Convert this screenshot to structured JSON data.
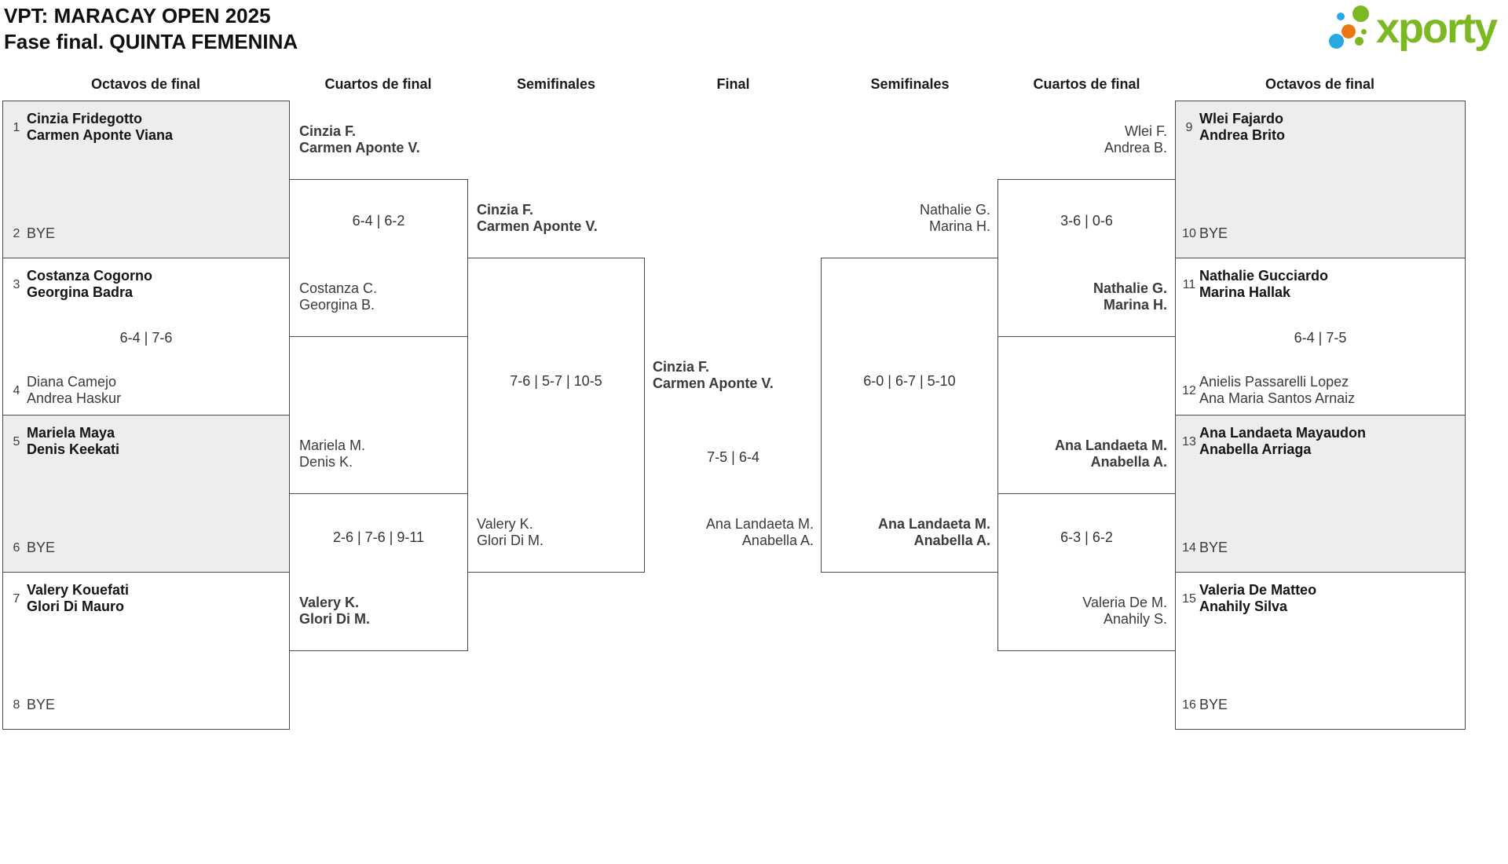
{
  "title": {
    "line1": "VPT: MARACAY OPEN 2025",
    "line2": "Fase final. QUINTA FEMENINA"
  },
  "logo": {
    "brand": "xporty",
    "colors": {
      "green": "#7cb822",
      "blue": "#2aa9e0",
      "orange": "#e87813"
    }
  },
  "headers": [
    "Octavos de final",
    "Cuartos de final",
    "Semifinales",
    "Final",
    "Semifinales",
    "Cuartos de final",
    "Octavos de final"
  ],
  "bracket": {
    "r16": [
      {
        "seed_top": "1",
        "seed_bottom": "2",
        "top": [
          "Cinzia Fridegotto",
          "Carmen Aponte Viana"
        ],
        "bottom": [
          "BYE"
        ],
        "score": "",
        "winner": "top"
      },
      {
        "seed_top": "3",
        "seed_bottom": "4",
        "top": [
          "Costanza Cogorno",
          "Georgina Badra"
        ],
        "bottom": [
          "Diana Camejo",
          "Andrea Haskur"
        ],
        "score": "6-4 | 7-6",
        "winner": "top"
      },
      {
        "seed_top": "5",
        "seed_bottom": "6",
        "top": [
          "Mariela Maya",
          "Denis Keekati"
        ],
        "bottom": [
          "BYE"
        ],
        "score": "",
        "winner": "top"
      },
      {
        "seed_top": "7",
        "seed_bottom": "8",
        "top": [
          "Valery Kouefati",
          "Glori Di Mauro"
        ],
        "bottom": [
          "BYE"
        ],
        "score": "",
        "winner": "top"
      },
      {
        "seed_top": "9",
        "seed_bottom": "10",
        "top": [
          "Wlei Fajardo",
          "Andrea Brito"
        ],
        "bottom": [
          "BYE"
        ],
        "score": "",
        "winner": "top"
      },
      {
        "seed_top": "11",
        "seed_bottom": "12",
        "top": [
          "Nathalie Gucciardo",
          "Marina Hallak"
        ],
        "bottom": [
          "Anielis Passarelli Lopez",
          "Ana Maria Santos Arnaiz"
        ],
        "score": "6-4 | 7-5",
        "winner": "top"
      },
      {
        "seed_top": "13",
        "seed_bottom": "14",
        "top": [
          "Ana Landaeta Mayaudon",
          "Anabella Arriaga"
        ],
        "bottom": [
          "BYE"
        ],
        "score": "",
        "winner": "top"
      },
      {
        "seed_top": "15",
        "seed_bottom": "16",
        "top": [
          "Valeria De Matteo",
          "Anahily Silva"
        ],
        "bottom": [
          "BYE"
        ],
        "score": "",
        "winner": "top"
      }
    ],
    "qf": [
      {
        "top": [
          "Cinzia F.",
          "Carmen Aponte V."
        ],
        "bottom": [
          "Costanza C.",
          "Georgina B."
        ],
        "score": "6-4 | 6-2",
        "winner": "top"
      },
      {
        "top": [
          "Mariela M.",
          "Denis K."
        ],
        "bottom": [
          "Valery K.",
          "Glori Di M."
        ],
        "score": "2-6 | 7-6 | 9-11",
        "winner": "bottom"
      },
      {
        "top": [
          "Wlei F.",
          "Andrea B."
        ],
        "bottom": [
          "Nathalie G.",
          "Marina H."
        ],
        "score": "3-6 | 0-6",
        "winner": "bottom"
      },
      {
        "top": [
          "Ana Landaeta M.",
          "Anabella A."
        ],
        "bottom": [
          "Valeria De M.",
          "Anahily S."
        ],
        "score": "6-3 | 6-2",
        "winner": "top"
      }
    ],
    "sf": [
      {
        "top": [
          "Cinzia F.",
          "Carmen Aponte V."
        ],
        "bottom": [
          "Valery K.",
          "Glori Di M."
        ],
        "score": "7-6 | 5-7 | 10-5",
        "winner": "top"
      },
      {
        "top": [
          "Nathalie G.",
          "Marina H."
        ],
        "bottom": [
          "Ana Landaeta M.",
          "Anabella A."
        ],
        "score": "6-0 | 6-7 | 5-10",
        "winner": "bottom"
      }
    ],
    "final": {
      "top": [
        "Cinzia F.",
        "Carmen Aponte V."
      ],
      "bottom": [
        "Ana Landaeta M.",
        "Anabella A."
      ],
      "score": "7-5 | 6-4",
      "winner": "top"
    }
  }
}
